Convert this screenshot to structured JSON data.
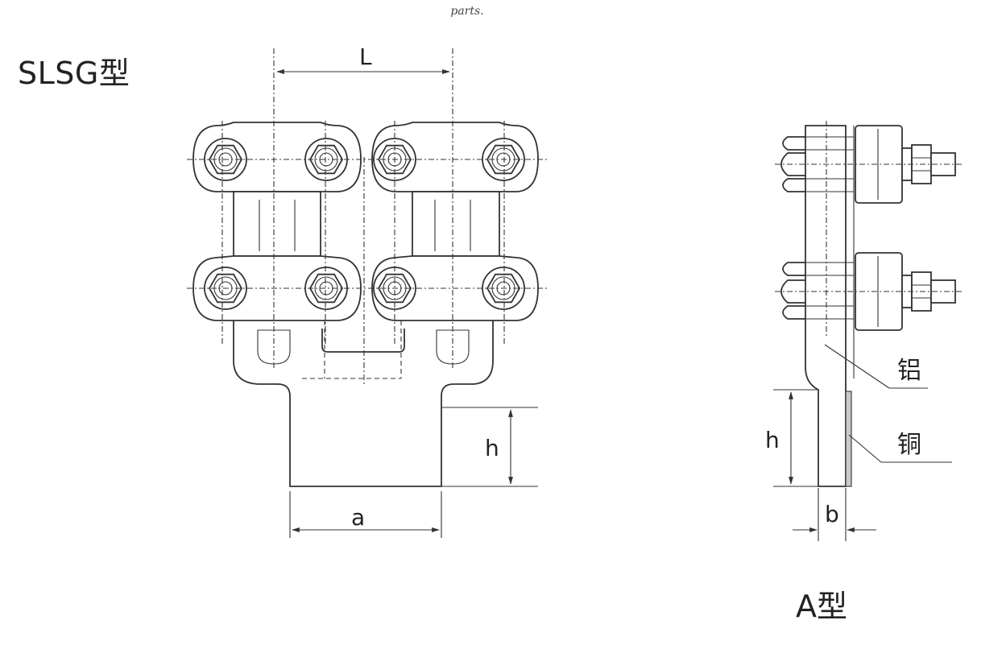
{
  "caption": "parts.",
  "titles": {
    "main": "SLSG型",
    "side": "A型"
  },
  "dimensions": {
    "L": "L",
    "a": "a",
    "h_front": "h",
    "h_side": "h",
    "b": "b"
  },
  "materials": {
    "aluminum": "铝",
    "copper": "铜"
  },
  "colors": {
    "line": "#333333",
    "copper_strip": "#c9c9c9"
  }
}
